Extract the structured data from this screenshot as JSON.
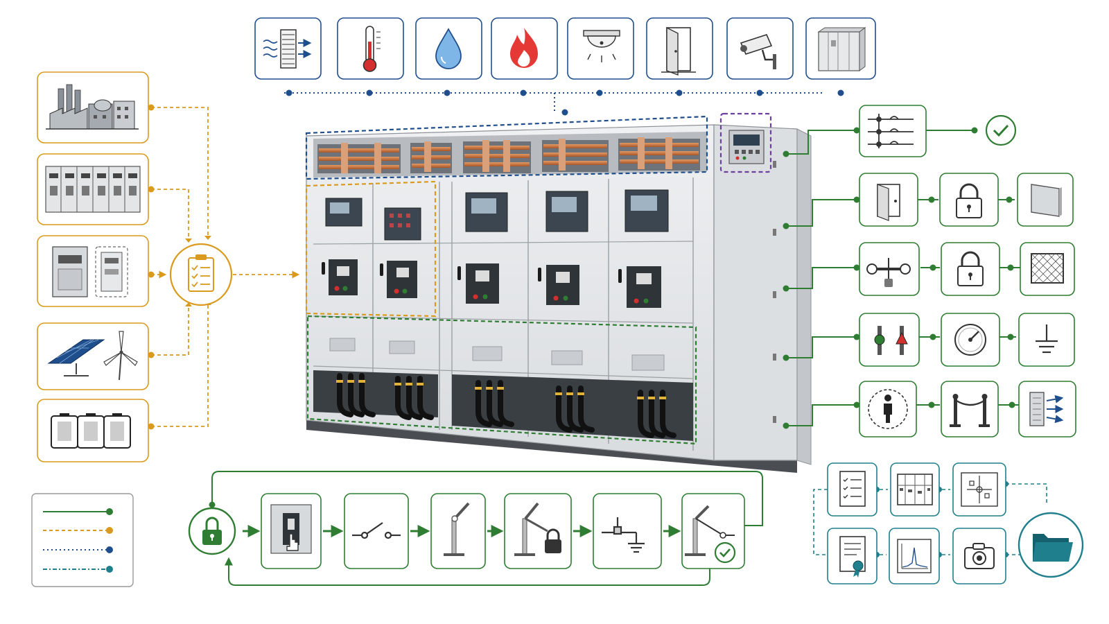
{
  "colors": {
    "green": "#2e7d32",
    "orange": "#d99a1e",
    "blue": "#1f4e8c",
    "teal": "#1f7f8c",
    "purple": "#6a3fa0",
    "red": "#d32f2f",
    "panel": "#e6e8ea",
    "copper": "#c06a35"
  },
  "icons": {
    "environment": [
      "ventilation-icon",
      "thermometer-icon",
      "water-drop-icon",
      "fire-icon",
      "smoke-detector-icon",
      "door-icon",
      "security-camera-icon",
      "enclosure-icon"
    ],
    "sources": [
      "industrial-plant-icon",
      "switchgear-lineup-icon",
      "transformer-icon",
      "solar-wind-icon",
      "battery-storage-icon"
    ],
    "requirements": "checklist-icon",
    "control": [
      "single-line-diagram-icon",
      "status-check-icon"
    ],
    "safety_rows": [
      [
        "panel-door-icon",
        "padlock-icon",
        "cover-plate-icon"
      ],
      [
        "mechanical-interlock-icon",
        "padlock-icon",
        "mesh-guard-icon"
      ],
      [
        "indicator-lights-icon",
        "gauge-icon",
        "earth-ground-icon"
      ],
      [
        "person-zone-icon",
        "barrier-stanchion-icon",
        "arc-flash-vent-icon"
      ]
    ],
    "loto_sequence": [
      "lockout-icon",
      "breaker-operate-icon",
      "open-switch-icon",
      "disconnector-icon",
      "locked-disconnector-icon",
      "earthing-switch-icon",
      "verified-isolation-icon"
    ],
    "documentation": [
      "checklist-document-icon",
      "layout-drawing-icon",
      "schematic-icon",
      "certificate-icon",
      "test-report-chart-icon",
      "camera-icon",
      "folder-icon"
    ]
  },
  "legend": {
    "lines": [
      {
        "style": "solid",
        "color": "#2e7d32"
      },
      {
        "style": "dashed",
        "color": "#d99a1e"
      },
      {
        "style": "dotted",
        "color": "#1f4e8c"
      },
      {
        "style": "dash-dot",
        "color": "#1f7f8c"
      }
    ]
  }
}
